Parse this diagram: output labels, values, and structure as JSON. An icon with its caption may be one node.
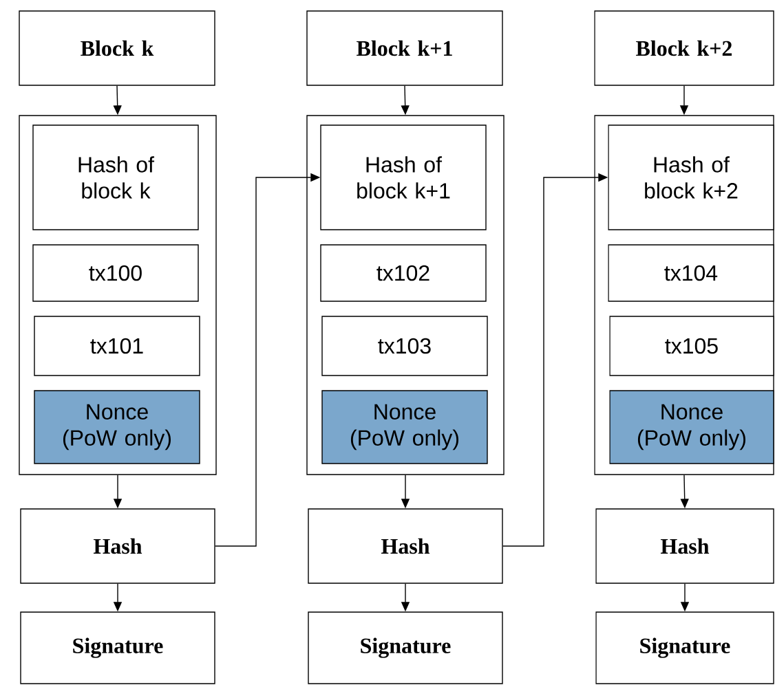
{
  "diagram": {
    "nodes": [
      {
        "text": [
          "Block k"
        ]
      },
      {
        "text": [],
        "shape": "box"
      },
      {
        "text": [
          "Hash of block k"
        ],
        "in": 1
      },
      {
        "text": [
          "tx100"
        ],
        "in": 1
      },
      {
        "text": [
          "tx101"
        ],
        "in": 1
      },
      {
        "text": [
          "Nonce (PoW only)"
        ],
        "in": 1
      },
      {
        "text": [
          "Hash"
        ]
      },
      {
        "text": [
          "Signature"
        ]
      },
      {
        "text": [
          "Block k+1"
        ]
      },
      {
        "text": [],
        "shape": "box"
      },
      {
        "text": [
          "Hash of block k+1"
        ],
        "in": 9
      },
      {
        "text": [
          "tx102"
        ],
        "in": 9
      },
      {
        "text": [
          "tx103"
        ],
        "in": 9
      },
      {
        "text": [
          "Nonce (PoW only)"
        ],
        "in": 9
      },
      {
        "text": [
          "Hash"
        ]
      },
      {
        "text": [
          "Signature"
        ]
      },
      {
        "text": [
          "Block k+2"
        ]
      },
      {
        "text": [],
        "shape": "box"
      },
      {
        "text": [
          "Hash of block k+2"
        ],
        "in": 17
      },
      {
        "text": [
          "tx104"
        ],
        "in": 17
      },
      {
        "text": [
          "tx105"
        ],
        "in": 17
      },
      {
        "text": [
          "Nonce (PoW only)"
        ],
        "in": 17
      },
      {
        "text": [
          "Hash"
        ]
      },
      {
        "text": [
          "Signature"
        ]
      }
    ],
    "edges": [
      {
        "from": 0,
        "to": 1,
        "arrow": "to"
      },
      {
        "from": 1,
        "to": 6,
        "arrow": "to"
      },
      {
        "from": 6,
        "to": 7,
        "arrow": "to"
      },
      {
        "from": 8,
        "to": 9,
        "arrow": "to"
      },
      {
        "from": 9,
        "to": 14,
        "arrow": "to"
      },
      {
        "from": 14,
        "to": 15,
        "arrow": "to"
      },
      {
        "from": 16,
        "to": 17,
        "arrow": "to"
      },
      {
        "from": 17,
        "to": 22,
        "arrow": "to"
      },
      {
        "from": 22,
        "to": 23,
        "arrow": "to"
      },
      {
        "from": 6,
        "to": 10,
        "arrow": "to"
      },
      {
        "from": 14,
        "to": 18,
        "arrow": "to"
      }
    ]
  }
}
